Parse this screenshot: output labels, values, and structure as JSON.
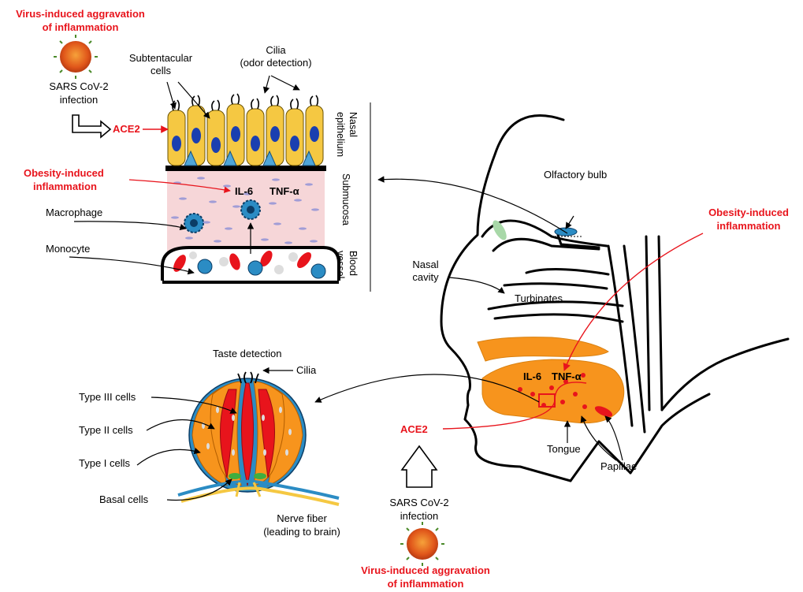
{
  "colors": {
    "accent": "#e8141c",
    "orange": "#f7941d",
    "yellow": "#f5c842",
    "blue": "#2b8cc4",
    "pink": "#f6d6d8"
  },
  "top": {
    "virus_title_1": "Virus-induced aggravation",
    "virus_title_2": "of inflammation",
    "sars_1": "SARS CoV-2",
    "sars_2": "infection",
    "ace2": "ACE2",
    "subtentacular_1": "Subtentacular",
    "subtentacular_2": "cells",
    "cilia_1": "Cilia",
    "cilia_2": "(odor detection)",
    "obesity_1": "Obesity-induced",
    "obesity_2": "inflammation",
    "il6": "IL-6",
    "tnfa": "TNF-α",
    "macrophage": "Macrophage",
    "monocyte": "Monocyte",
    "nasal_epithelium_1": "Nasal",
    "nasal_epithelium_2": "epithelium",
    "submucosa": "Submucosa",
    "blood_vessel_1": "Blood",
    "blood_vessel_2": "vessel"
  },
  "head": {
    "olfactory_bulb": "Olfactory bulb",
    "obesity_1": "Obesity-induced",
    "obesity_2": "inflammation",
    "nasal_cavity_1": "Nasal",
    "nasal_cavity_2": "cavity",
    "turbinates": "Turbinates",
    "il6": "IL-6",
    "tnfa": "TNF-α",
    "tongue": "Tongue",
    "papillae": "Papillae",
    "ace2": "ACE2"
  },
  "bottom": {
    "sars_1": "SARS CoV-2",
    "sars_2": "infection",
    "virus_title_1": "Virus-induced aggravation",
    "virus_title_2": "of inflammation"
  },
  "taste": {
    "taste_detection": "Taste detection",
    "cilia": "Cilia",
    "type3": "Type III cells",
    "type2": "Type II cells",
    "type1": "Type I cells",
    "basal": "Basal cells",
    "nerve_1": "Nerve fiber",
    "nerve_2": "(leading to brain)"
  }
}
